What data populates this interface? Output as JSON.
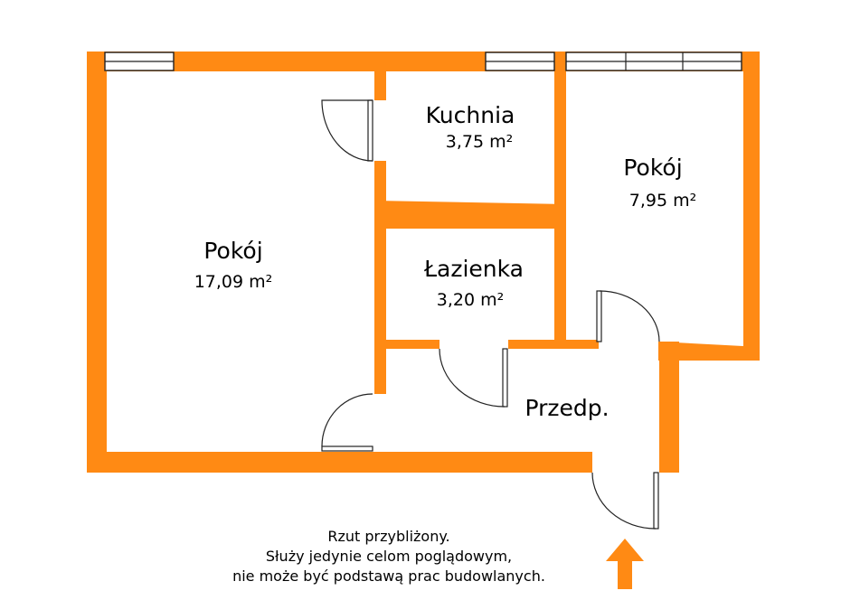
{
  "rooms": {
    "living_room": {
      "name": "Pokój",
      "area": "17,09 m²"
    },
    "kitchen": {
      "name": "Kuchnia",
      "area": "3,75 m²"
    },
    "bedroom": {
      "name": "Pokój",
      "area": "7,95 m²"
    },
    "bathroom": {
      "name": "Łazienka",
      "area": "3,20 m²"
    },
    "hallway": {
      "name": "Przedp."
    }
  },
  "disclaimer": {
    "line1": "Rzut przybliżony.",
    "line2": "Służy jedynie celom poglądowym,",
    "line3": "nie może być podstawą prac budowlanych."
  },
  "colors": {
    "wall": "#ff8a14",
    "entrance_arrow": "#ff8a14"
  },
  "icons": {
    "entrance": "arrow-up-icon"
  }
}
